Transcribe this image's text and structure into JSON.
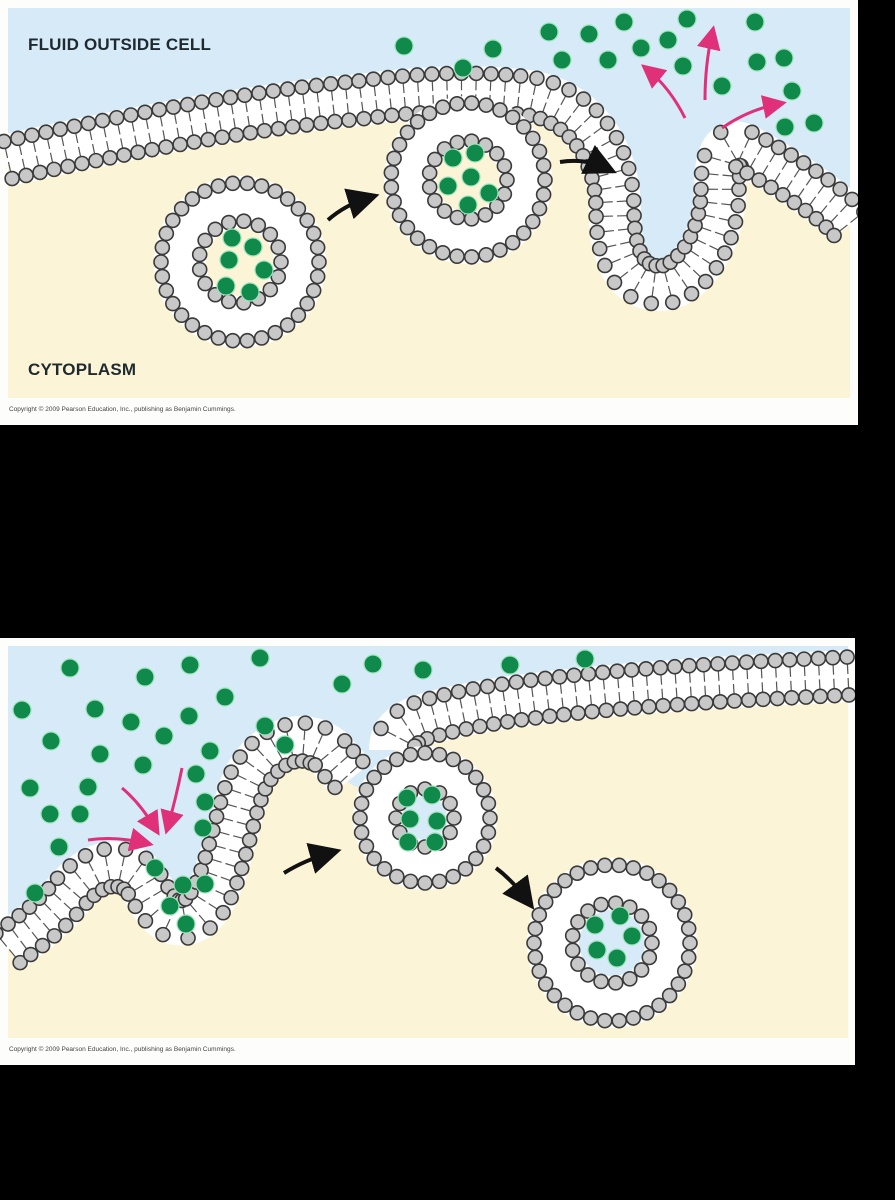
{
  "background_color": "#000000",
  "colors": {
    "extracellular_fluid": "#d6eaf8",
    "cytoplasm": "#fbf4d6",
    "phospholipid_head": "#c8c8c8",
    "phospholipid_outline": "#3a3a3a",
    "cargo_molecule": "#0f8a4a",
    "release_arrow": "#e0307a",
    "process_arrow": "#111111",
    "panel_frame": "#fdfdfb"
  },
  "panels": [
    {
      "id": "exocytosis",
      "labels": {
        "outside": "FLUID OUTSIDE CELL",
        "inside": "CYTOPLASM"
      },
      "copyright": "Copyright © 2009 Pearson Education, Inc., publishing as Benjamin Cummings.",
      "stages": [
        "vesicle in cytoplasm",
        "vesicle fusing with membrane",
        "contents released outside cell"
      ],
      "vesicle_cargo_count": 6,
      "release_arrows": 3
    },
    {
      "id": "endocytosis",
      "copyright": "Copyright © 2009 Pearson Education, Inc., publishing as Benjamin Cummings.",
      "stages": [
        "membrane invaginates around molecules",
        "vesicle pinching off",
        "vesicle in cytoplasm"
      ],
      "vesicle_cargo_count": 5,
      "intake_arrows": 3
    }
  ]
}
